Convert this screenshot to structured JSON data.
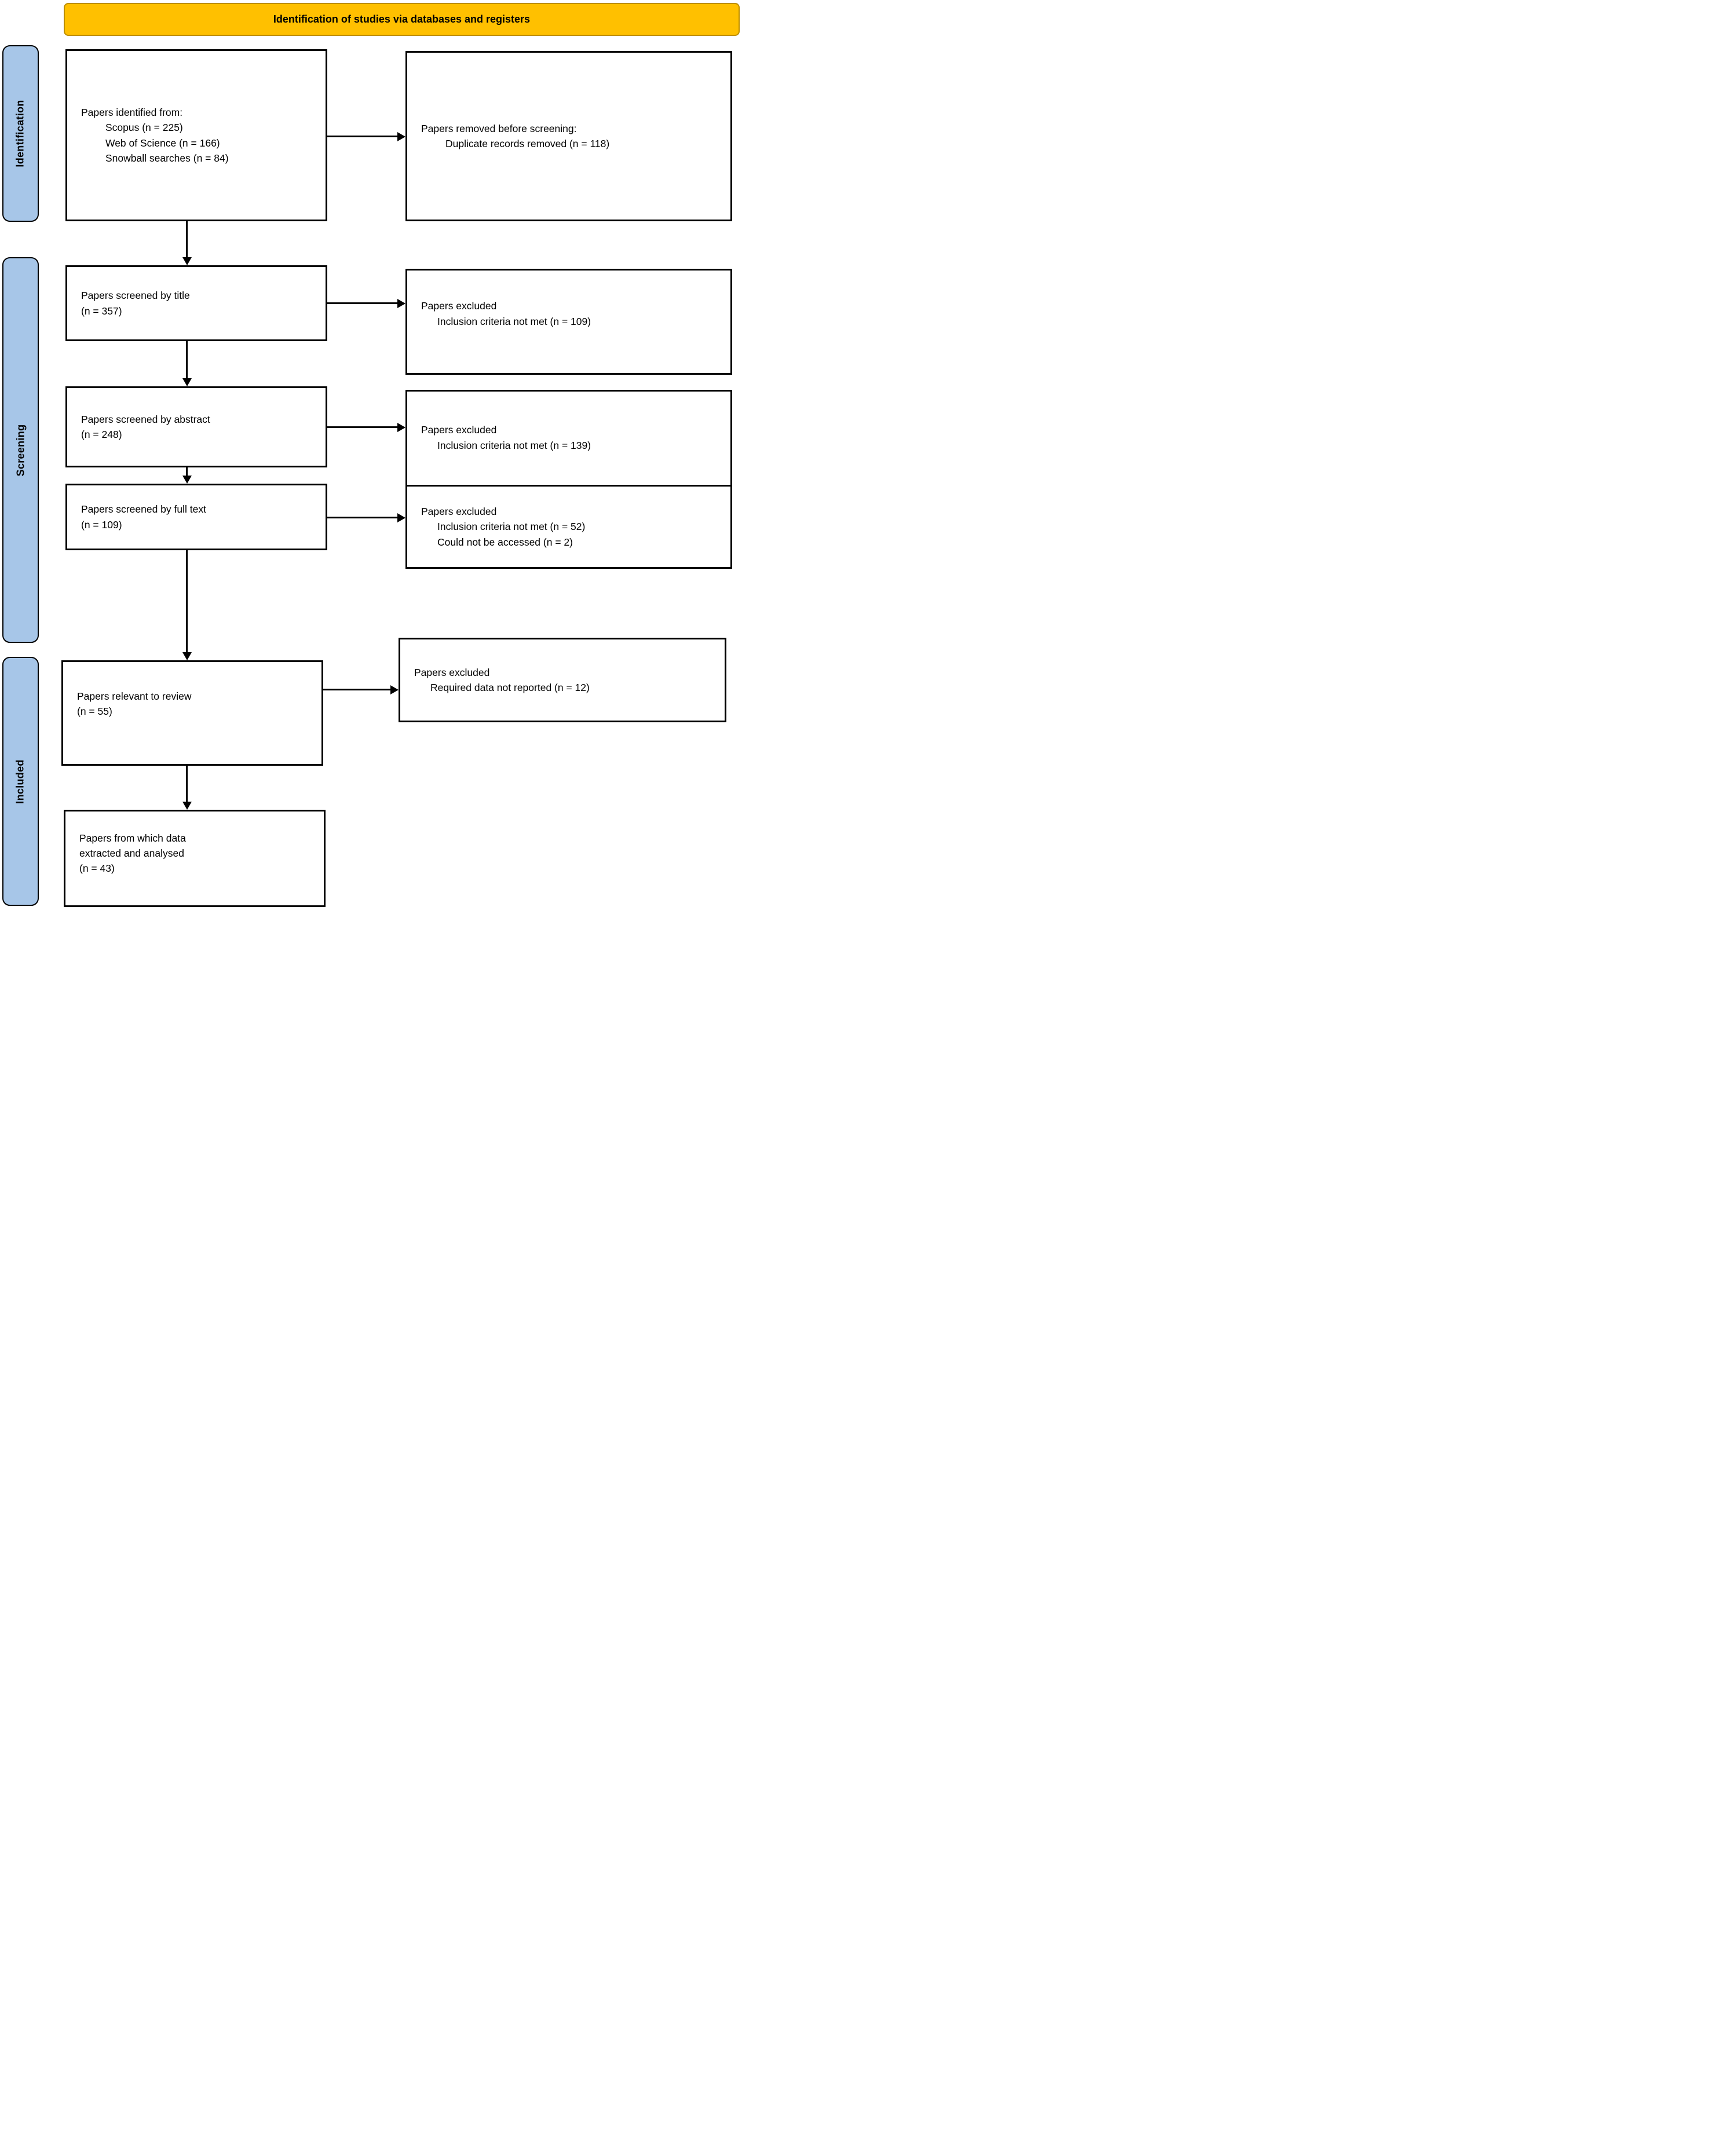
{
  "banner": {
    "label": "Identification of studies via databases and registers"
  },
  "colors": {
    "banner_bg": "#FFC000",
    "banner_border": "#BD8E00",
    "sidebar_bg": "#A7C6E8",
    "box_border": "#000000",
    "box_bg": "#FFFFFF",
    "arrow": "#000000",
    "text": "#000000"
  },
  "sidebars": {
    "identification": {
      "label": "Identification"
    },
    "screening": {
      "label": "Screening"
    },
    "included": {
      "label": "Included"
    }
  },
  "boxes": {
    "identified": {
      "lines": [
        "Papers identified from:",
        "Scopus (n = 225)",
        "Web of Science (n = 166)",
        "Snowball searches (n = 84)"
      ]
    },
    "removed": {
      "lines": [
        "Papers removed before screening:",
        "Duplicate records removed (n = 118)"
      ]
    },
    "title": {
      "lines": [
        "Papers screened by title",
        "(n = 357)"
      ]
    },
    "title_excluded": {
      "lines": [
        "Papers excluded",
        "Inclusion criteria not met (n = 109)"
      ]
    },
    "abstract": {
      "lines": [
        "Papers screened by abstract",
        "(n = 248)"
      ]
    },
    "abstract_excluded": {
      "lines": [
        "Papers excluded",
        "Inclusion criteria not met (n = 139)"
      ]
    },
    "fulltext": {
      "lines": [
        "Papers screened by full text",
        "(n = 109)"
      ]
    },
    "fulltext_excluded": {
      "lines": [
        "Papers excluded",
        "Inclusion criteria not met (n = 52)",
        "Could not be accessed (n = 2)"
      ]
    },
    "relevant": {
      "lines": [
        "Papers relevant to review",
        "(n = 55)"
      ]
    },
    "relevant_excluded": {
      "lines": [
        "Papers excluded",
        "Required data not reported (n = 12)"
      ]
    },
    "extracted": {
      "lines": [
        "Papers from which data",
        "extracted and analysed",
        "(n = 43)"
      ]
    }
  }
}
